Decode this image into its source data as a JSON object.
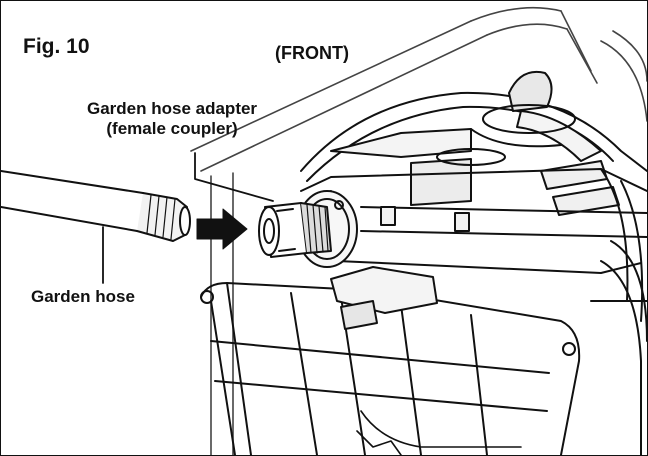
{
  "figure": {
    "number": "Fig. 10",
    "view": "(FRONT)"
  },
  "callouts": {
    "adapter_line1": "Garden hose adapter",
    "adapter_line2": "(female coupler)",
    "hose": "Garden hose"
  },
  "colors": {
    "line": "#111111",
    "shade": "#cfcfcf",
    "background": "#ffffff"
  }
}
